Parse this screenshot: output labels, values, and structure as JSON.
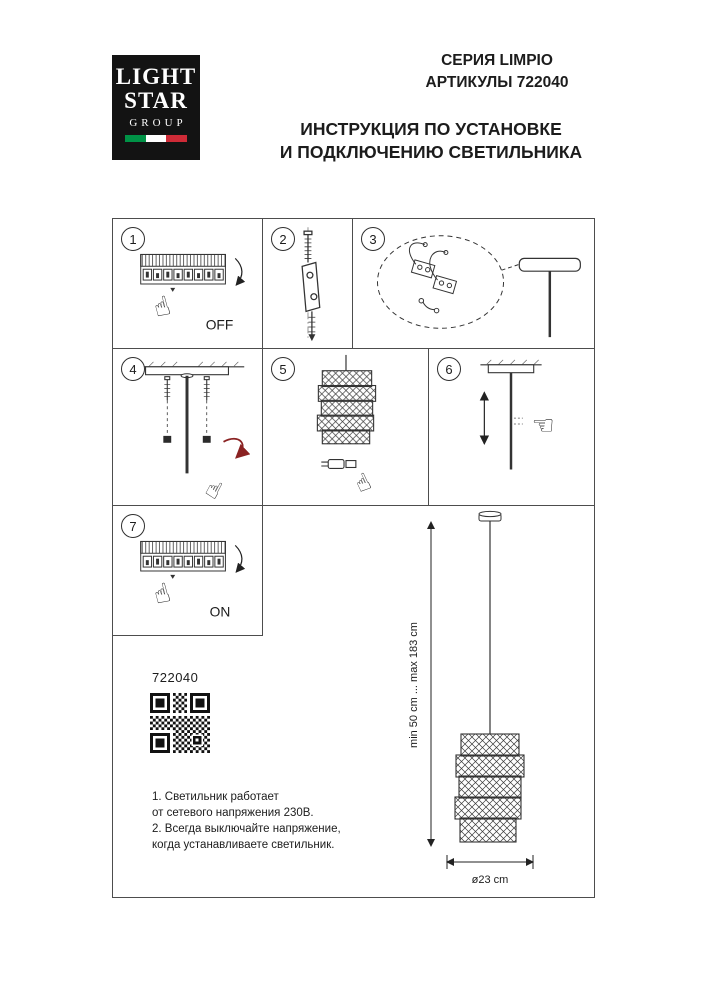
{
  "logo": {
    "line1": "LIGHT",
    "line2": "STAR",
    "line3": "GROUP"
  },
  "brand_colors": {
    "flag_green": "#009246",
    "flag_white": "#ffffff",
    "flag_red": "#ce2b37"
  },
  "header": {
    "series": "СЕРИЯ LIMPIO",
    "articles": "АРТИКУЛЫ 722040",
    "instruction_line1": "ИНСТРУКЦИЯ ПО УСТАНОВКЕ",
    "instruction_line2": "И ПОДКЛЮЧЕНИЮ СВЕТИЛЬНИКА"
  },
  "steps": {
    "s1": {
      "number": "1",
      "label": "OFF"
    },
    "s2": {
      "number": "2"
    },
    "s3": {
      "number": "3"
    },
    "s4": {
      "number": "4"
    },
    "s5": {
      "number": "5"
    },
    "s6": {
      "number": "6"
    },
    "s7": {
      "number": "7",
      "label": "ON"
    }
  },
  "product": {
    "code": "722040"
  },
  "notes": {
    "line1": "1. Светильник работает",
    "line2": "от сетевого напряжения 230В.",
    "line3": "2. Всегда выключайте напряжение,",
    "line4": "когда устанавливаете светильник."
  },
  "dimensions": {
    "height_range": "min 50 cm ... max 183 cm",
    "diameter": "ø23 cm"
  }
}
